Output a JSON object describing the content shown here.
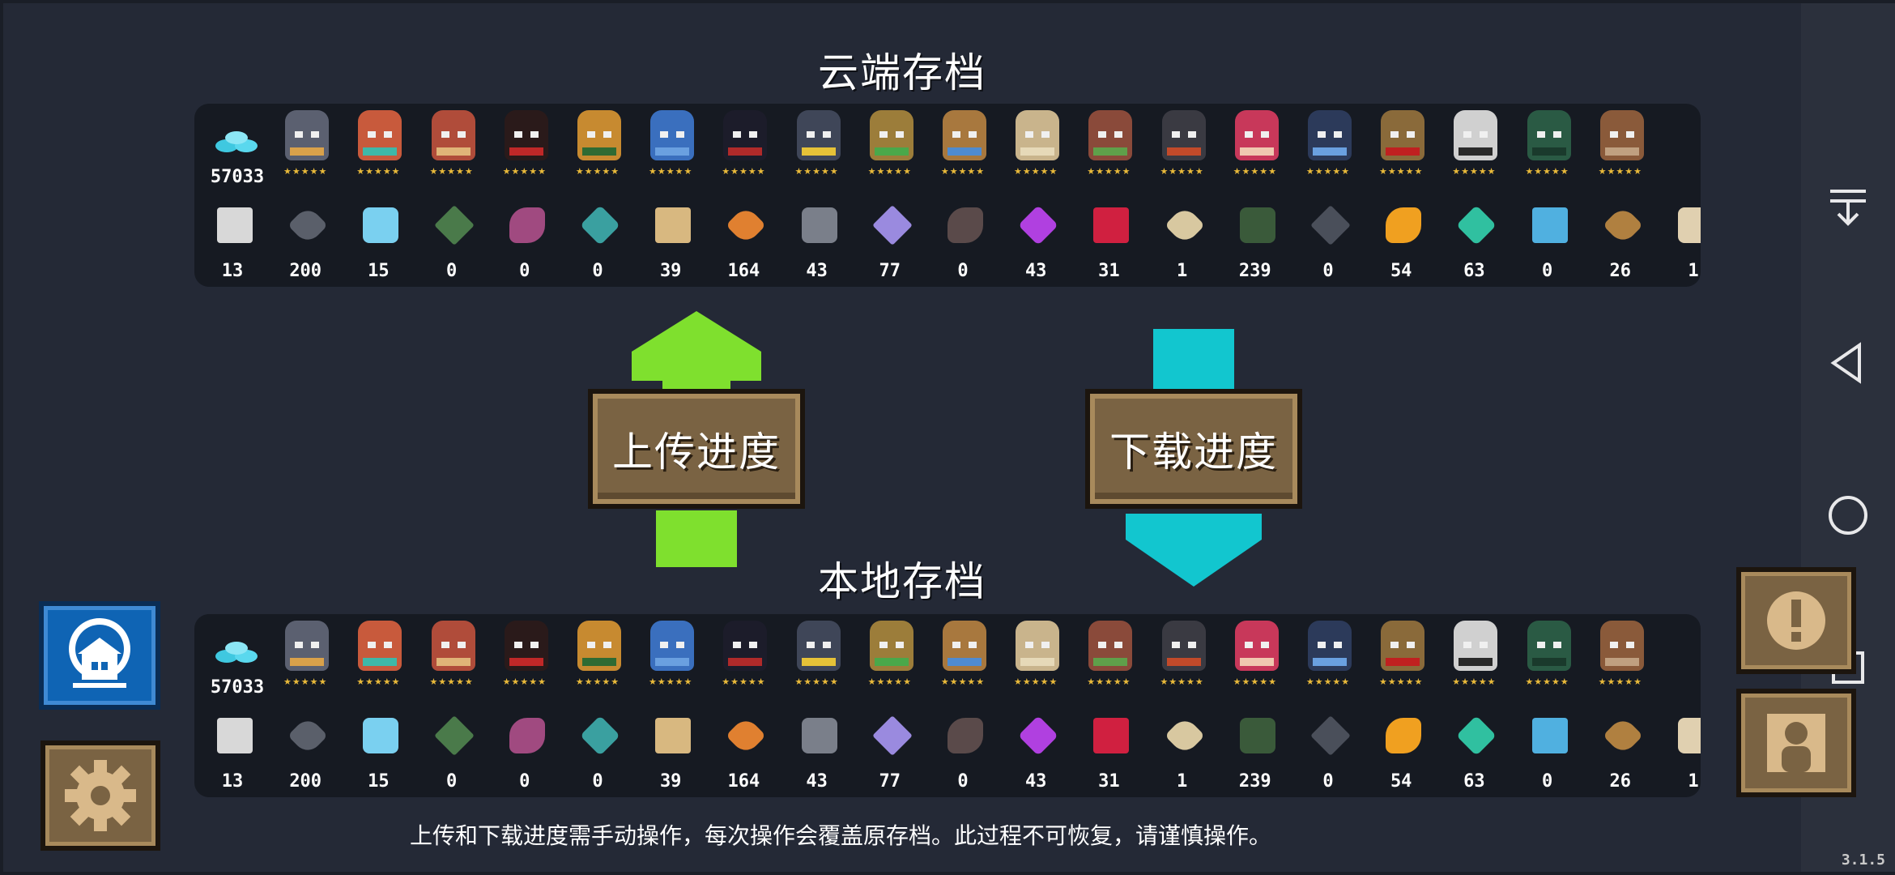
{
  "cloud_save": {
    "title": "云端存档",
    "gem_count": "57033",
    "characters": [
      {
        "name": "knight-icon",
        "body": "#5b6070",
        "accent": "#d9a14a"
      },
      {
        "name": "rogue-icon",
        "body": "#c85a3c",
        "accent": "#3fb8a8"
      },
      {
        "name": "witch-icon",
        "body": "#b04c3a",
        "accent": "#e0b478"
      },
      {
        "name": "assassin-icon",
        "body": "#2a1a1a",
        "accent": "#c02828"
      },
      {
        "name": "engineer-icon",
        "body": "#c78a30",
        "accent": "#2f6b33"
      },
      {
        "name": "alchemist-icon",
        "body": "#3a6fbe",
        "accent": "#6aa0e0"
      },
      {
        "name": "vampire-icon",
        "body": "#1c1c2a",
        "accent": "#b02a2a"
      },
      {
        "name": "paladin-icon",
        "body": "#3f4658",
        "accent": "#e6c238"
      },
      {
        "name": "elf-icon",
        "body": "#9c7d3a",
        "accent": "#4aa84a"
      },
      {
        "name": "werewolf-icon",
        "body": "#a8783e",
        "accent": "#4f8bd0"
      },
      {
        "name": "priest-icon",
        "body": "#c9b48c",
        "accent": "#e6d9b8"
      },
      {
        "name": "druid-icon",
        "body": "#8a4a3a",
        "accent": "#5fa04a"
      },
      {
        "name": "robot-icon",
        "body": "#3a3a42",
        "accent": "#c24a2a"
      },
      {
        "name": "berserker-icon",
        "body": "#c8385a",
        "accent": "#f0c8b0"
      },
      {
        "name": "necromancer-icon",
        "body": "#2c3a5a",
        "accent": "#6aa0e0"
      },
      {
        "name": "officer-icon",
        "body": "#8a6a3a",
        "accent": "#c02020"
      },
      {
        "name": "taoist-icon",
        "body": "#d0d0d0",
        "accent": "#2a2a2a"
      },
      {
        "name": "locker-icon",
        "body": "#2a5a44",
        "accent": "#1a3a2c"
      },
      {
        "name": "book-icon",
        "body": "#8a5a3a",
        "accent": "#c0a080"
      }
    ],
    "character_stars": "★★★★★",
    "items": [
      {
        "name": "energy-card-icon",
        "count": "13",
        "color": "#d8d8d8"
      },
      {
        "name": "iron-ore-icon",
        "count": "200",
        "color": "#5a5f6a"
      },
      {
        "name": "crystal-icon",
        "count": "15",
        "color": "#7ad0f0"
      },
      {
        "name": "turret-part-icon",
        "count": "0",
        "color": "#4a7a4a"
      },
      {
        "name": "ticket-icon",
        "count": "0",
        "color": "#a04a80"
      },
      {
        "name": "chest-part-icon",
        "count": "0",
        "color": "#3aa0a0"
      },
      {
        "name": "wood-log-icon",
        "count": "39",
        "color": "#d8b880"
      },
      {
        "name": "fish-fillet-icon",
        "count": "164",
        "color": "#e08030"
      },
      {
        "name": "gear-part-icon",
        "count": "43",
        "color": "#7a7f8a"
      },
      {
        "name": "purple-crystal-icon",
        "count": "77",
        "color": "#9a8adf"
      },
      {
        "name": "gun-part-icon",
        "count": "0",
        "color": "#5a4a4a"
      },
      {
        "name": "violet-shard-icon",
        "count": "43",
        "color": "#b040e0"
      },
      {
        "name": "red-leaf-icon",
        "count": "31",
        "color": "#d02040"
      },
      {
        "name": "scroll-icon",
        "count": "1",
        "color": "#d8c8a0"
      },
      {
        "name": "battery-icon",
        "count": "239",
        "color": "#3a5a3a"
      },
      {
        "name": "metal-plate-icon",
        "count": "0",
        "color": "#4a4f5a"
      },
      {
        "name": "fire-crystal-icon",
        "count": "54",
        "color": "#f0a020"
      },
      {
        "name": "teal-crystal-icon",
        "count": "63",
        "color": "#30c0a0"
      },
      {
        "name": "feather-icon",
        "count": "0",
        "color": "#50b0e0"
      },
      {
        "name": "hammer-icon",
        "count": "26",
        "color": "#b08040"
      },
      {
        "name": "paper-icon",
        "count": "1",
        "color": "#e0d0b0"
      }
    ]
  },
  "local_save": {
    "title": "本地存档",
    "gem_count": "57033",
    "character_stars": "★★★★★",
    "items": [
      {
        "count": "13"
      },
      {
        "count": "200"
      },
      {
        "count": "15"
      },
      {
        "count": "0"
      },
      {
        "count": "0"
      },
      {
        "count": "0"
      },
      {
        "count": "39"
      },
      {
        "count": "164"
      },
      {
        "count": "43"
      },
      {
        "count": "77"
      },
      {
        "count": "0"
      },
      {
        "count": "43"
      },
      {
        "count": "31"
      },
      {
        "count": "1"
      },
      {
        "count": "239"
      },
      {
        "count": "0"
      },
      {
        "count": "54"
      },
      {
        "count": "63"
      },
      {
        "count": "0"
      },
      {
        "count": "26"
      },
      {
        "count": "1"
      }
    ]
  },
  "upload_label": "上传进度",
  "download_label": "下载进度",
  "notice": "上传和下载进度需手动操作，每次操作会覆盖原存档。此过程不可恢复，请谨慎操作。",
  "version": "3.1.5",
  "colors": {
    "upload_arrow": "#7fe02e",
    "download_arrow": "#12c6cf",
    "wood": "#7a6343",
    "logo_blue": "#0f64b4"
  }
}
